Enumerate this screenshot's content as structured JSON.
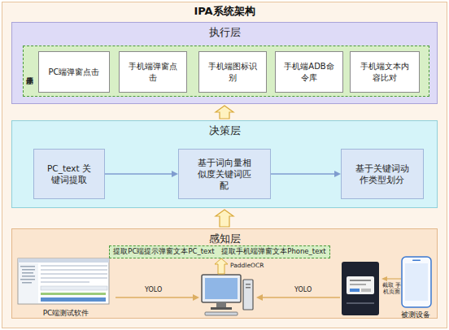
{
  "diagram": {
    "title": "IPA系统架构",
    "nodes": [
      {
        "text": [
          "执行层"
        ]
      },
      {
        "text": [
          "原子动作库"
        ],
        "in": 0
      },
      {
        "text": [
          "PC端弹窗点击"
        ],
        "in": 1
      },
      {
        "text": [
          "手机端弹窗点击"
        ],
        "in": 1
      },
      {
        "text": [
          "手机端图标识别"
        ],
        "in": 1
      },
      {
        "text": [
          "手机端ADB命令库"
        ],
        "in": 1
      },
      {
        "text": [
          "手机端文本内容比对"
        ],
        "in": 1
      },
      {
        "text": [
          "决策层"
        ]
      },
      {
        "text": [
          "PC_text 关键词提取"
        ],
        "in": 7
      },
      {
        "text": [
          "基于词向量相似度关键词匹配"
        ],
        "in": 7
      },
      {
        "text": [
          "基于关键词动作类型划分"
        ],
        "in": 7
      },
      {
        "text": [
          "感知层"
        ]
      },
      {
        "text": [
          "提取PC端提示弹窗文本PC_text",
          "提取手机端弹窗文本Phone_text"
        ],
        "in": 11
      },
      {
        "text": [
          "PC端测试软件"
        ],
        "in": 11
      },
      {
        "text": [
          "被测设备"
        ],
        "in": 11
      }
    ],
    "edges": [
      {
        "from": 11,
        "to": 7,
        "arrow": "to"
      },
      {
        "from": 7,
        "to": 0,
        "arrow": "to"
      },
      {
        "from": 8,
        "to": 9,
        "arrow": "to"
      },
      {
        "from": 9,
        "to": 10,
        "arrow": "to"
      }
    ],
    "labels": [
      "YOLO",
      "PaddleOCR",
      "YOLO",
      "截取 手机页面"
    ]
  }
}
